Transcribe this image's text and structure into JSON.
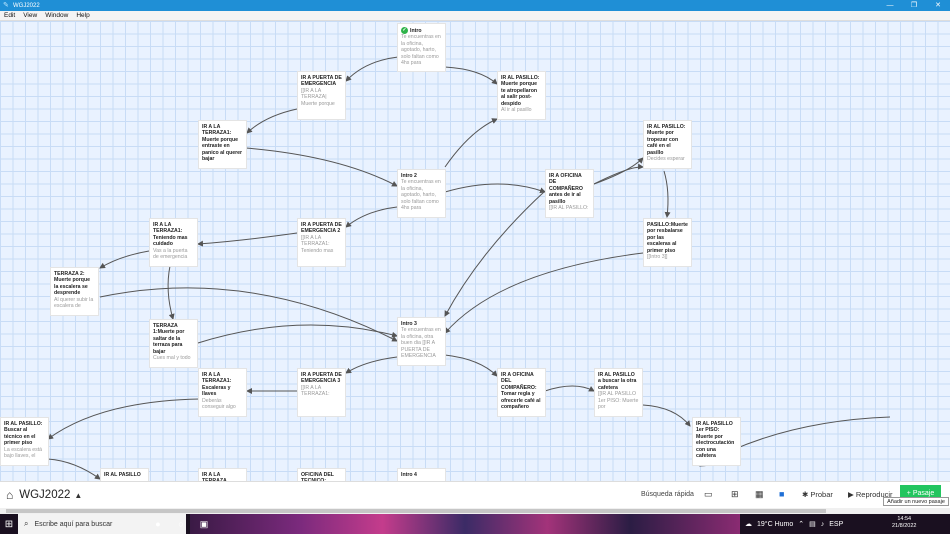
{
  "window": {
    "title": "WGJ2022",
    "controls": [
      "—",
      "❐",
      "✕"
    ]
  },
  "menu": [
    "Edit",
    "View",
    "Window",
    "Help"
  ],
  "passages": [
    {
      "id": "intro",
      "title": "Intro",
      "excerpt": "Te encuentras en la oficina, agotado, harto, solo faltan como 4hs para",
      "start": true
    },
    {
      "id": "puerta1",
      "title": "IR A PUERTA DE EMERGENCIA",
      "excerpt": "[[IR A LA TERRAZA| Muerte porque"
    },
    {
      "id": "pasillo1",
      "title": "IR AL PASILLO: Muerte porque te atropellaron al salir post-despido",
      "excerpt": "Al ir al pasillo"
    },
    {
      "id": "terraza1",
      "title": "IR A LA TERRAZA1: Muerte porque entraste en panico al querer bajar",
      "excerpt": ""
    },
    {
      "id": "intro2",
      "title": "Intro 2",
      "excerpt": "Te encuentras en la oficina, agotado, harto, solo faltan como 4hs para"
    },
    {
      "id": "oficina1",
      "title": "IR A OFICINA DE COMPAÑERO antes de ir al pasillo",
      "excerpt": "[[IR AL PASILLO:"
    },
    {
      "id": "pasillo2",
      "title": "IR AL PASILLO: Muerte por tropezar con café en el pasillo",
      "excerpt": "Decides esperar"
    },
    {
      "id": "terraza2",
      "title": "IR A LA TERRAZA1: Teniendo mas cuidado",
      "excerpt": "Vas a la puerta de emergencia"
    },
    {
      "id": "puerta2",
      "title": "IR A PUERTA DE EMERGENCIA 2",
      "excerpt": "[[IR A LA TERRAZA1: Teniendo mas"
    },
    {
      "id": "pasillo3",
      "title": "PASILLO:Muerte por resbalarse por las escaleras al primer piso",
      "excerpt": "[[Intro 3]]"
    },
    {
      "id": "terrazaB",
      "title": "TERRAZA 2: Muerte porque la escalera se desprende",
      "excerpt": "Al querer subir la escalera de"
    },
    {
      "id": "terraza3",
      "title": "TERRAZA 1:Muerte por saltar de la terraza para bajar",
      "excerpt": "Cues mal y todo"
    },
    {
      "id": "intro3",
      "title": "Intro 3",
      "excerpt": "Te encuentras en la oficina, otra buen dia [[IR A PUERTA DE EMERGENCIA"
    },
    {
      "id": "terraza4",
      "title": "IR A LA TERRAZA1: Escaleras y llaves",
      "excerpt": "Deberás conseguir algo"
    },
    {
      "id": "puerta3",
      "title": "IR A PUERTA DE EMERGENCIA 3",
      "excerpt": "[[IR A LA TERRAZA1:"
    },
    {
      "id": "oficina2",
      "title": "IR A OFICINA DEL COMPAÑERO: Tomar regla y ofrecerle café al compañero",
      "excerpt": ""
    },
    {
      "id": "pasilloCaf",
      "title": "IR AL PASILLO a buscar la otra cafetera",
      "excerpt": "[[IR AL PASILLO 1er PISO: Muerte por"
    },
    {
      "id": "pasillo1er",
      "title": "IR AL PASILLO 1er PISO: Muerte por electrocutación con una cafetera",
      "excerpt": ""
    },
    {
      "id": "pasilloTec",
      "title": "IR AL PASILLO: Buscar al técnico en el primer piso",
      "excerpt": "La escalera está bajo llaves, el"
    },
    {
      "id": "pasilloB",
      "title": "IR AL PASILLO",
      "excerpt": ""
    },
    {
      "id": "terraza5",
      "title": "IR A LA TERRAZA",
      "excerpt": ""
    },
    {
      "id": "oficinaDel",
      "title": "OFICINA DEL TECNICO: Muerte",
      "excerpt": ""
    },
    {
      "id": "intro4",
      "title": "Intro 4",
      "excerpt": ""
    }
  ],
  "toolbar": {
    "story_title": "WGJ2022",
    "quick_search": "Búsqueda rápida",
    "test_label": "Probar",
    "play_label": "Reproducir",
    "new_passage_label": "+ Pasaje",
    "tooltip": "Añadir un nuevo pasaje"
  },
  "taskbar": {
    "search_placeholder": "Escribe aquí para buscar",
    "weather": "19°C Humo",
    "lang": "ESP",
    "time": "14:54",
    "date": "21/8/2022"
  },
  "colors": {
    "titlebar": "#1f8fd6",
    "canvas_bg": "#e9f2ff",
    "accent_green": "#22c55e"
  }
}
